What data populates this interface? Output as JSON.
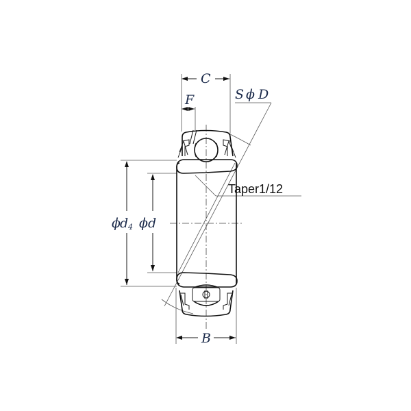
{
  "diagram": {
    "type": "bearing-insert-cross-section",
    "labels": {
      "width_outer_ring": "C",
      "offset": "F",
      "sphere_diameter_prefix": "S",
      "sphere_diameter_symbol": "ϕ",
      "sphere_diameter": "D",
      "taper": "Taper1/12",
      "inner_diameter_large_symbol": "ϕ",
      "inner_diameter_large": "d",
      "inner_diameter_large_sub": "4",
      "inner_diameter_symbol": "ϕ",
      "inner_diameter": "d",
      "width_inner_ring": "B"
    },
    "colors": {
      "line": "#1a1a1a",
      "label": "#1b2a4a",
      "background": "#ffffff"
    }
  }
}
